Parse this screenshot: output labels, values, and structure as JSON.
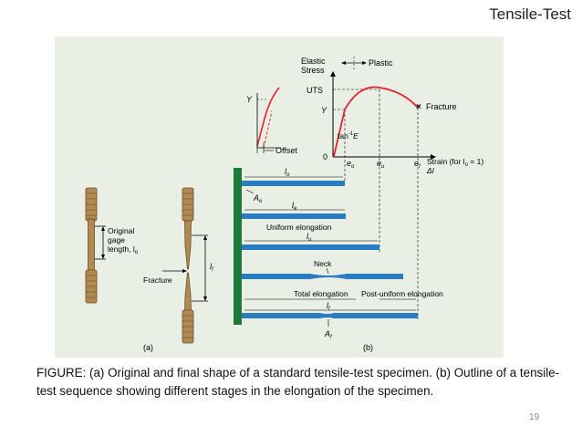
{
  "slide": {
    "title": "Tensile-Test",
    "caption": "FIGURE: (a) Original and final shape of a standard tensile-test specimen. (b) Outline of a tensile-test sequence showing different stages in the elongation of the specimen.",
    "page_number": "19"
  },
  "figure": {
    "colors": {
      "background": "#e9efe4",
      "curve": "#e8202a",
      "bar": "#2b7bc0",
      "wall": "#1e7a3a",
      "specimen": "#b08a52"
    },
    "panel_a": {
      "label": "(a)",
      "original_gage_1": "Original",
      "original_gage_2": "gage",
      "original_gage_3": "length, l",
      "original_gage_sub": "o",
      "lf_label": "l",
      "lf_sub": "f",
      "fracture": "Fracture"
    },
    "panel_b": {
      "label": "(b)",
      "elastic_1": "Elastic",
      "elastic_2": "Stress",
      "plastic": "Plastic",
      "uts": "UTS",
      "y": "Y",
      "zero": "0",
      "fracture": "Fracture",
      "tan": "tan",
      "tan_sup": "-1",
      "tan_e": "E",
      "strain": "Strain (for l",
      "strain_sub": "o",
      "strain_end": " = 1)",
      "delta_l": "Δl",
      "inset_y": "Y",
      "offset": "Offset",
      "e": "e",
      "e_o_sub": "o",
      "e_u_sub": "u",
      "e_f_sub": "f",
      "l_o": "l",
      "l_o_sub": "o",
      "a_o": "A",
      "a_o_sub": "o",
      "l_e": "l",
      "l_e_sub": "e",
      "uniform": "Uniform elongation",
      "l_u": "l",
      "l_u_sub": "u",
      "neck": "Neck",
      "total": "Total elongation",
      "post_uniform": "Post-uniform elongation",
      "l_f": "l",
      "l_f_sub": "f",
      "a_f": "A",
      "a_f_sub": "f"
    }
  }
}
